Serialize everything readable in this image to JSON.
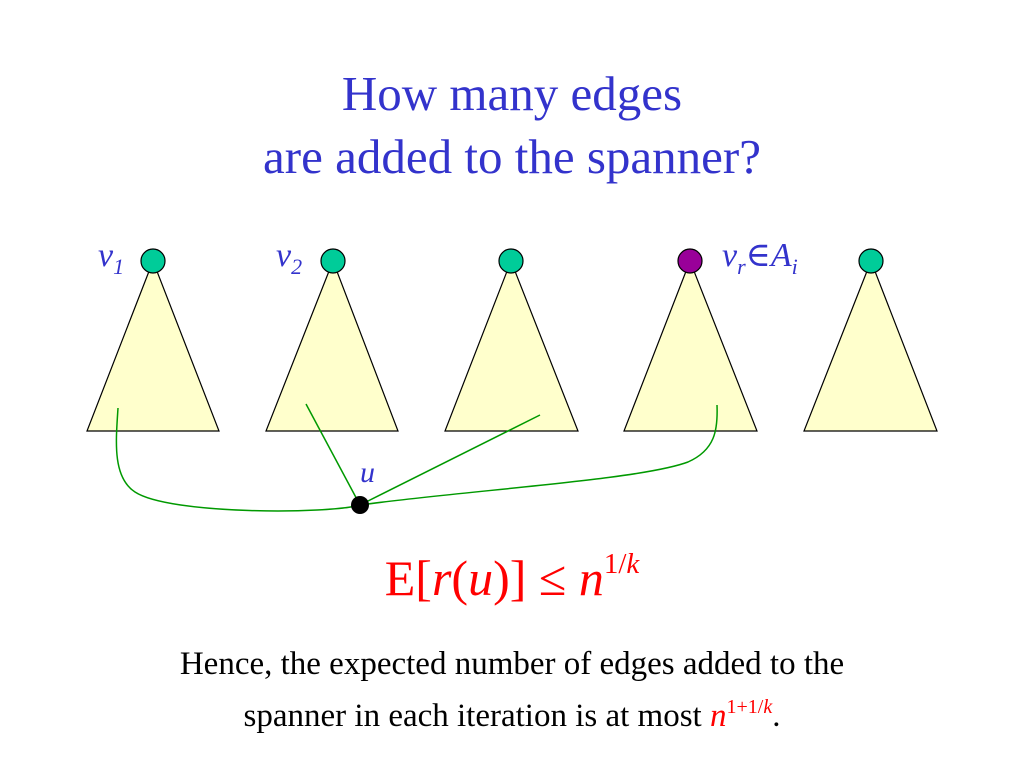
{
  "title": {
    "line1": "How many edges",
    "line2": "are added to the spanner?"
  },
  "labels": {
    "v1": {
      "base": "v",
      "sub": "1"
    },
    "v2": {
      "base": "v",
      "sub": "2"
    },
    "vr": {
      "base": "v",
      "sub": "r",
      "rel": "∈",
      "set": "A",
      "set_sub": "i"
    },
    "u": "u"
  },
  "formula": {
    "e_open": "E[",
    "r": "r",
    "paren_open": "(",
    "u": "u",
    "close": ")] ≤ ",
    "n": "n",
    "exp_num": "1/",
    "exp_k": "k"
  },
  "conclusion": {
    "line1": "Hence, the expected number of edges added to the",
    "line2_text": "spanner in each iteration is at most ",
    "n": "n",
    "exp": "1+1/",
    "exp_k": "k",
    "period": "."
  },
  "colors": {
    "title": "#3333cc",
    "tree_fill": "#ffffcc",
    "tree_stroke": "#000000",
    "root_node": "#00cc99",
    "sampled_node": "#990099",
    "edge": "#009900",
    "u_node": "#000000",
    "formula": "#ff0000"
  },
  "icons": {
    "tree": "triangle",
    "root": "circle-node",
    "u": "filled-circle-node"
  }
}
